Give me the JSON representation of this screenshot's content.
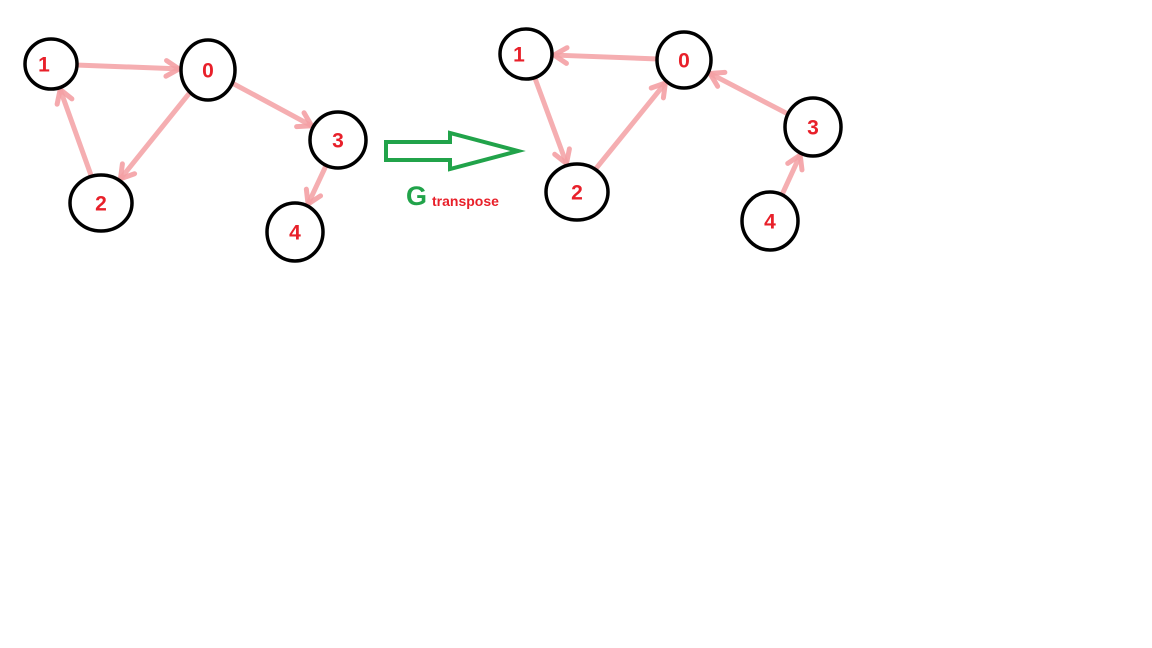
{
  "colors": {
    "node_stroke": "#000000",
    "label": "#e8202a",
    "edge": "#f4a0a4",
    "arrow": "#21a34a"
  },
  "left_graph": {
    "nodes": [
      "0",
      "1",
      "2",
      "3",
      "4"
    ],
    "edges": [
      {
        "from": "1",
        "to": "0"
      },
      {
        "from": "0",
        "to": "2"
      },
      {
        "from": "2",
        "to": "1"
      },
      {
        "from": "0",
        "to": "3"
      },
      {
        "from": "3",
        "to": "4"
      }
    ]
  },
  "caption": {
    "main": "G",
    "sub": "transpose"
  },
  "right_graph": {
    "nodes": [
      "0",
      "1",
      "2",
      "3",
      "4"
    ],
    "edges": [
      {
        "from": "0",
        "to": "1"
      },
      {
        "from": "2",
        "to": "0"
      },
      {
        "from": "1",
        "to": "2"
      },
      {
        "from": "3",
        "to": "0"
      },
      {
        "from": "4",
        "to": "3"
      }
    ]
  }
}
